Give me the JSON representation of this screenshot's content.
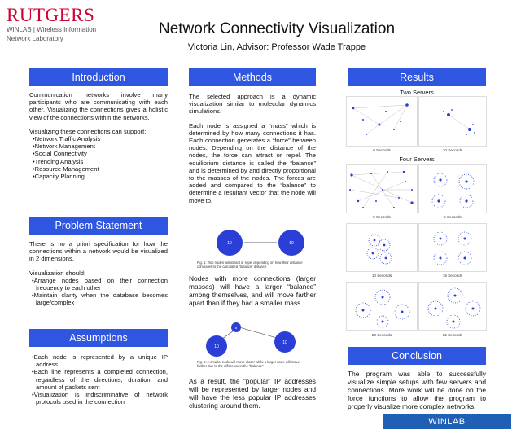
{
  "header": {
    "logo_word": "RUTGERS",
    "logo_sub_line1": "WINLAB | Wireless Information",
    "logo_sub_line2": "Network Laboratory",
    "title": "Network Connectivity Visualization",
    "subtitle": "Victoria Lin, Advisor: Professor Wade Trappe"
  },
  "introduction": {
    "heading": "Introduction",
    "paragraph": "Communication networks involve many participants who are communicating with each other. Visualizing the connections gives a holistic view of the connections within the networks.",
    "list_intro": "Visualizing these connections can support:",
    "items": [
      "•Network Traffic Analysis",
      "•Network Management",
      "•Social Connectivity",
      "•Trending Analysis",
      "•Resource Management",
      "•Capacity Planning"
    ]
  },
  "problem": {
    "heading": "Problem Statement",
    "paragraph": "There is no a priori specification for how the connections within a network would be visualized in 2 dimensions.",
    "list_intro": "Visualization should:",
    "items": [
      "•Arrange nodes based on their connection frequency to each other",
      "•Maintain clarity when the database becomes large/complex"
    ]
  },
  "assumptions": {
    "heading": "Assumptions",
    "items": [
      "•Each node is represented by a unique IP address",
      "•Each line represents a completed connection, regardless of the directions, duration, and amount of packets sent",
      "•Visualization is indiscriminative of network protocols used in the connection"
    ]
  },
  "methods": {
    "heading": "Methods",
    "p1": "The selected approach is a dynamic visualization similar to molecular dynamics simulations.",
    "p2": "Each node is assigned a “mass” which is determined by how many connections it has. Each connection generates a “force” between nodes. Depending on the distance of the nodes, the force can attract or repel. The equilibrium distance is called the “balance” and is determined by and directly proportional to the masses of the nodes. The forces are added and compared to the “balance” to determine a resultant vector that the node will move to.",
    "fig1_node_a": "10",
    "fig1_node_b": "10",
    "fig1_caption": "Fig. 1: Two nodes will attract or repel depending on how their distance compares to the calculated “balance” distance",
    "p3": "Nodes with more connections (larger masses) will have a larger “balance” among themselves, and will move farther apart than if they had a smaller mass.",
    "fig2_node_small": "5",
    "fig2_node_a": "10",
    "fig2_node_b": "10",
    "fig2_caption": "Fig. 2: A smaller node will move closer while a larger node will move farther due to the difference in the “balance”",
    "p4": "As a result, the “popular” IP addresses will be represented by larger nodes and will have the less popular IP addresses clustering around them."
  },
  "results": {
    "heading": "Results",
    "two_servers": "Two Servers",
    "four_servers": "Four Servers",
    "labels": [
      "0 Seconds",
      "10 Seconds",
      "0 Seconds",
      "5 Seconds",
      "10 Seconds",
      "15 Seconds",
      "20 Seconds",
      "25 Seconds"
    ]
  },
  "conclusion": {
    "heading": "Conclusion",
    "paragraph": "The program was able to successfully visualize simple setups with few servers and connections. More work will be done on the force functions to allow the program to properly visualize more complex networks."
  },
  "footer": {
    "winlab": "WINLAB"
  },
  "colors": {
    "accent": "#2f56e0",
    "brand_red": "#cc0033",
    "node": "#2b3fd6"
  }
}
